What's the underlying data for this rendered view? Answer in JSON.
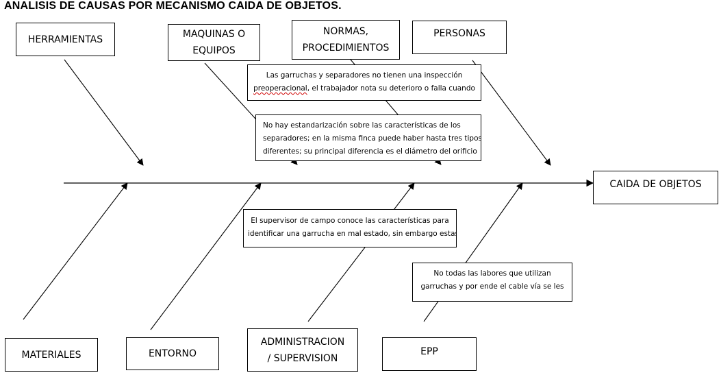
{
  "title": "ANALISIS DE CAUSAS POR MECANISMO CAIDA DE OBJETOS.",
  "effect": "CAIDA DE OBJETOS",
  "categories": {
    "herramientas": "HERRAMIENTAS",
    "maquinas_l1": "MAQUINAS O",
    "maquinas_l2": "EQUIPOS",
    "normas_l1": "NORMAS,",
    "normas_l2": "PROCEDIMIENTOS",
    "personas": "PERSONAS",
    "materiales": "MATERIALES",
    "entorno": "ENTORNO",
    "administracion_l1": "ADMINISTRACION",
    "administracion_l2": "/ SUPERVISION",
    "epp": "EPP"
  },
  "notes": {
    "inspeccion": {
      "line1": "Las garruchas y separadores no tienen una inspección",
      "line2_word": "preoperacional",
      "line2_rest": ", el trabajador nota su deterioro o falla cuando"
    },
    "estandarizacion": {
      "line1": "No hay estandarización sobre las características de los",
      "line2": "separadores; en la misma finca puede haber hasta tres tipos",
      "line3": "diferentes; su principal diferencia es el diámetro del orificio"
    },
    "supervisor": {
      "line1": "El supervisor de campo conoce las características para",
      "line2": "identificar una garrucha en mal estado, sin embargo estas,"
    },
    "labores": {
      "line1": "No todas las labores que utilizan",
      "line2": "garruchas y por ende el cable vía se les"
    }
  }
}
